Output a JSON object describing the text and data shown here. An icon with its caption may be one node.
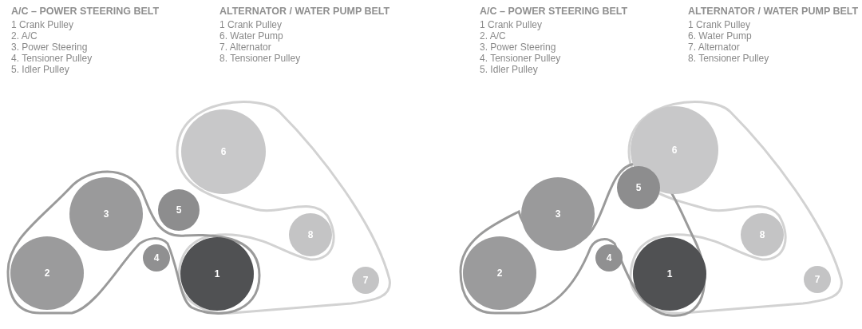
{
  "diagram": {
    "nodes": [
      {
        "text": [
          "6"
        ]
      },
      {
        "text": [
          "3"
        ]
      },
      {
        "text": [
          "5"
        ]
      },
      {
        "text": [
          "8"
        ]
      },
      {
        "text": [
          "2"
        ]
      },
      {
        "text": [
          "4"
        ]
      },
      {
        "text": [
          "1"
        ]
      },
      {
        "text": [
          "7"
        ]
      },
      {
        "text": [
          "6"
        ]
      },
      {
        "text": [
          "5"
        ]
      },
      {
        "text": [
          "3"
        ]
      },
      {
        "text": [
          "8"
        ]
      },
      {
        "text": [
          "2"
        ]
      },
      {
        "text": [
          "4"
        ]
      },
      {
        "text": [
          "1"
        ]
      },
      {
        "text": [
          "7"
        ]
      }
    ],
    "edges": [],
    "labels": [
      "A/C – POWER STEERING BELT",
      "1 Crank Pulley",
      "2. A/C",
      "3. Power Steering",
      "4. Tensioner Pulley",
      "5. Idler Pulley",
      "ALTERNATOR / WATER PUMP BELT",
      "1 Crank Pulley",
      "6. Water Pump",
      "7. Alternator",
      "8. Tensioner Pulley",
      "A/C – POWER STEERING BELT",
      "1 Crank Pulley",
      "2. A/C",
      "3. Power Steering",
      "4. Tensioner Pulley",
      "5. Idler Pulley",
      "ALTERNATOR / WATER PUMP BELT",
      "1 Crank Pulley",
      "6. Water Pump",
      "7. Alternator",
      "8. Tensioner Pulley"
    ]
  }
}
